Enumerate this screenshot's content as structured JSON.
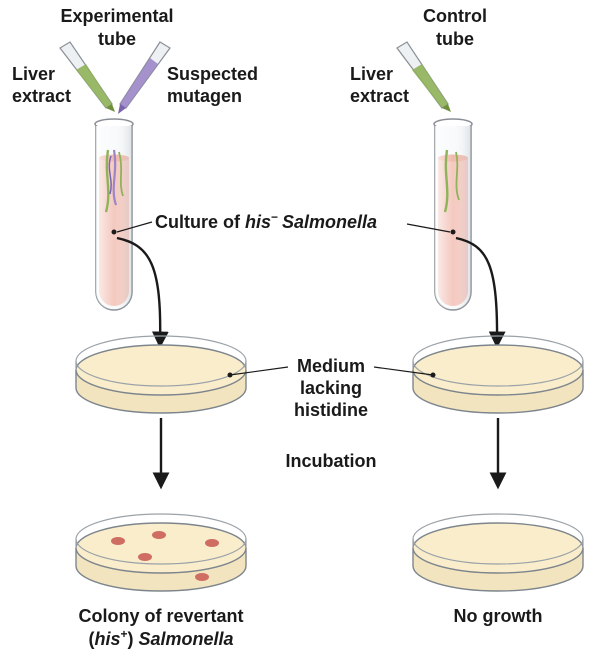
{
  "labels": {
    "experimental_tube_line1": "Experimental",
    "experimental_tube_line2": "tube",
    "liver_extract_left_line1": "Liver",
    "liver_extract_left_line2": "extract",
    "suspected_mutagen_line1": "Suspected",
    "suspected_mutagen_line2": "mutagen",
    "control_tube_line1": "Control",
    "control_tube_line2": "tube",
    "liver_extract_right_line1": "Liver",
    "liver_extract_right_line2": "extract",
    "culture_prefix": "Culture of ",
    "culture_his": "his",
    "culture_sup": "−",
    "culture_organism": "Salmonella",
    "medium_line1": "Medium",
    "medium_line2": "lacking",
    "medium_line3": "histidine",
    "incubation": "Incubation",
    "colony_line1": "Colony of revertant",
    "colony_line2_open": "(",
    "colony_line2_his": "his",
    "colony_line2_sup": "+",
    "colony_line2_close": ") ",
    "colony_line2_organism": "Salmonella",
    "no_growth": "No growth"
  },
  "colors": {
    "tube_fill": "#f4c9bf",
    "tube_outline": "#8a8f96",
    "dish_fill": "#faedcc",
    "dish_outline": "#7d858c",
    "pipette_green": "#8fb35a",
    "pipette_purple": "#9c86c8",
    "colony": "#cf6d63",
    "arrow": "#1a1a1a"
  }
}
